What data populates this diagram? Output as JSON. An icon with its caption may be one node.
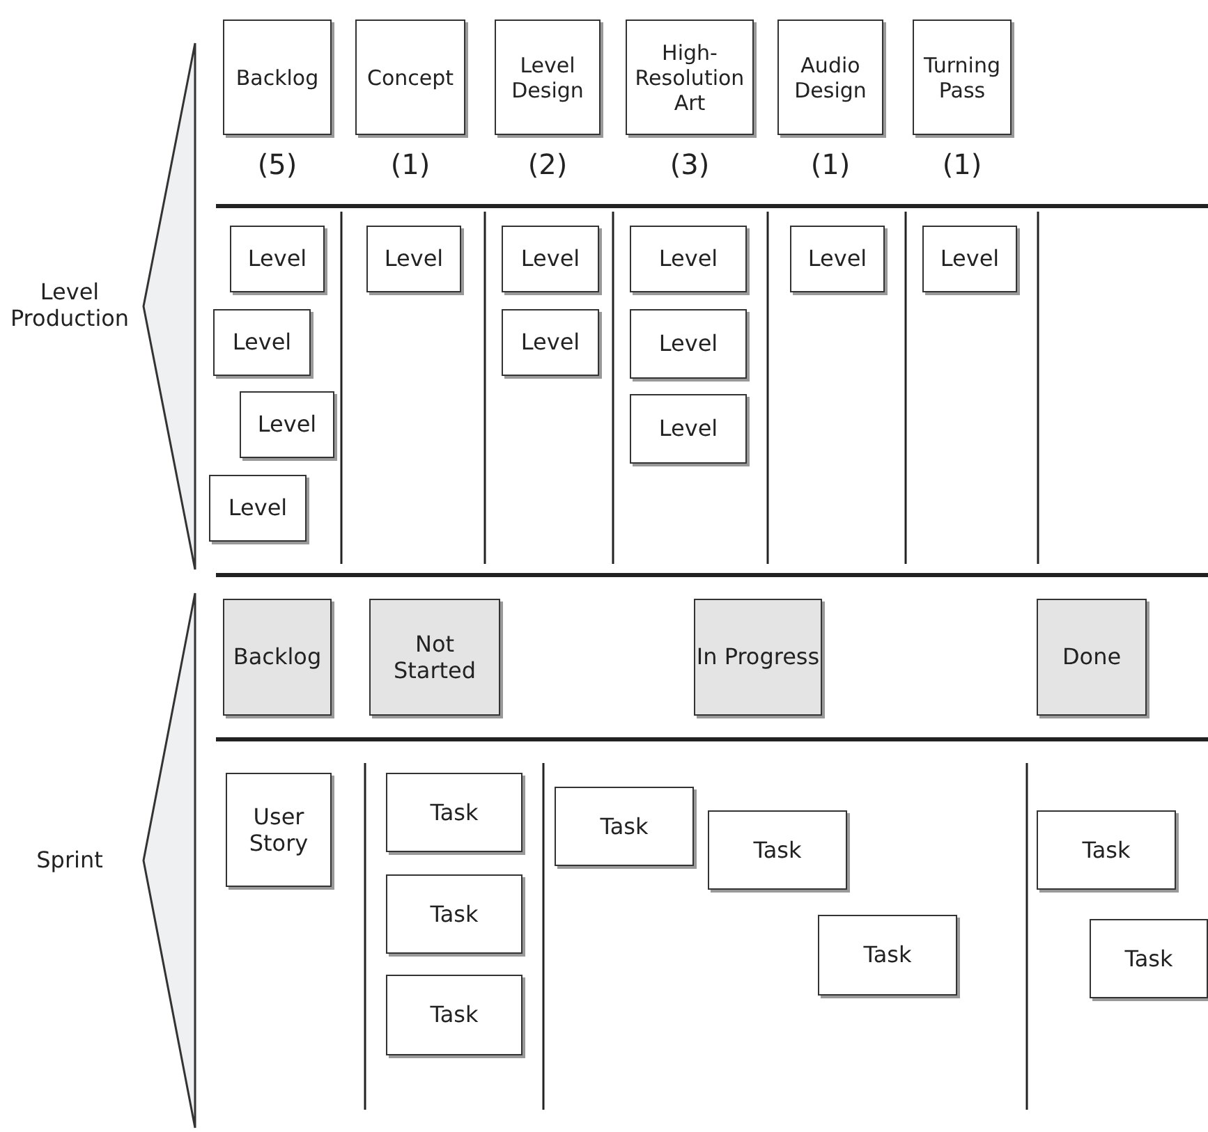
{
  "diagram": {
    "nodes": [
      {
        "text": [
          "Backlog"
        ],
        "beside": [
          "(5)"
        ]
      },
      {
        "text": [
          "Concept"
        ],
        "beside": [
          "(1)"
        ]
      },
      {
        "text": [
          "Level Design"
        ],
        "beside": [
          "(2)"
        ]
      },
      {
        "text": [
          "High-Resolution Art"
        ],
        "beside": [
          "(3)"
        ]
      },
      {
        "text": [
          "Audio Design"
        ],
        "beside": [
          "(1)"
        ]
      },
      {
        "text": [
          "Turning Pass"
        ],
        "beside": [
          "(1)"
        ]
      },
      {
        "text": [
          "Level"
        ]
      },
      {
        "text": [
          "Level"
        ]
      },
      {
        "text": [
          "Level"
        ]
      },
      {
        "text": [
          "Level"
        ]
      },
      {
        "text": [
          "Level"
        ]
      },
      {
        "text": [
          "Level"
        ]
      },
      {
        "text": [
          "Level"
        ]
      },
      {
        "text": [
          "Level"
        ]
      },
      {
        "text": [
          "Level"
        ]
      },
      {
        "text": [
          "Level"
        ]
      },
      {
        "text": [
          "Level"
        ]
      },
      {
        "text": [
          "Level"
        ]
      },
      {
        "text": [
          "Backlog"
        ]
      },
      {
        "text": [
          "Not Started"
        ]
      },
      {
        "text": [
          "In Progress"
        ]
      },
      {
        "text": [
          "Done"
        ]
      },
      {
        "text": [
          "User Story"
        ]
      },
      {
        "text": [
          "Task"
        ]
      },
      {
        "text": [
          "Task"
        ]
      },
      {
        "text": [
          "Task"
        ]
      },
      {
        "text": [
          "Task"
        ]
      },
      {
        "text": [
          "Task"
        ]
      },
      {
        "text": [
          "Task"
        ]
      },
      {
        "text": [
          "Task"
        ]
      },
      {
        "text": [
          "Task"
        ]
      },
      {
        "text": [
          "Level Production"
        ]
      },
      {
        "text": [
          "Sprint"
        ]
      }
    ]
  }
}
